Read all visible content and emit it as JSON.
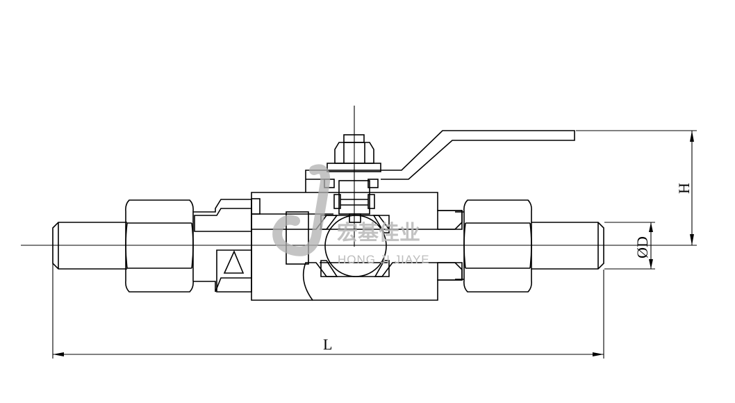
{
  "diagram": {
    "title": "Ball valve with compression fittings — sectional drawing",
    "dimensions": {
      "length_label": "L",
      "height_label": "H",
      "diameter_label": "ØD"
    },
    "watermark": {
      "chinese": "宏基佳业",
      "english": "HONG JI JIAYE"
    },
    "colors": {
      "line": "#000000",
      "watermark": "#b8b8b8"
    }
  }
}
